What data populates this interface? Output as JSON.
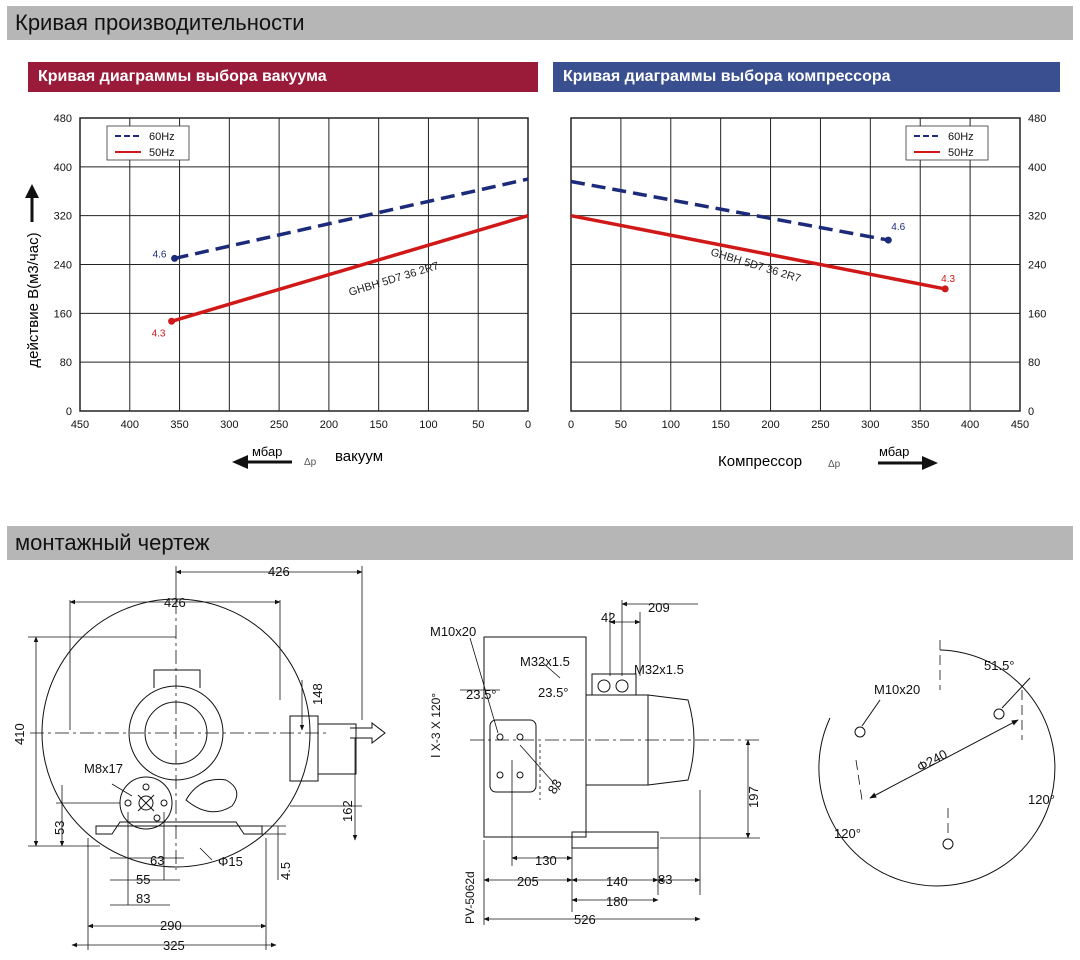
{
  "sections": {
    "performance_title": "Кривая производительности",
    "mounting_title": "монтажный чертеж"
  },
  "colors": {
    "section_bar": "#b6b6b6",
    "vacuum_header": "#9a1a3a",
    "compressor_header": "#3a4f90",
    "series_60hz": "#1c2a7a",
    "series_50hz": "#d01818"
  },
  "chart_data": [
    {
      "type": "line",
      "title": "Кривая диаграммы выбора вакуума",
      "xlabel": "вакуум",
      "x_unit": "мбар",
      "x_symbol": "Δp",
      "ylabel": "действие B(м3/час)",
      "xlim": [
        450,
        0
      ],
      "ylim": [
        0,
        480
      ],
      "x_ticks": [
        450,
        400,
        350,
        300,
        250,
        200,
        150,
        100,
        50,
        0
      ],
      "y_ticks": [
        0,
        80,
        160,
        240,
        320,
        400,
        480
      ],
      "grid": true,
      "legend_position": "top-left",
      "model_label": "GHBH 5D7 36 2R7",
      "series": [
        {
          "name": "60Hz",
          "style": "dashed",
          "color": "#1c2a7a",
          "x": [
            355,
            0
          ],
          "y": [
            250,
            380
          ],
          "end_label": "4.6"
        },
        {
          "name": "50Hz",
          "style": "solid",
          "color": "#d01818",
          "x": [
            358,
            0
          ],
          "y": [
            147,
            320
          ],
          "end_label": "4.3"
        }
      ]
    },
    {
      "type": "line",
      "title": "Кривая диаграммы выбора компрессора",
      "xlabel": "Компрессор",
      "x_unit": "мбар",
      "x_symbol": "Δp",
      "ylabel": "",
      "xlim": [
        0,
        450
      ],
      "ylim": [
        0,
        480
      ],
      "x_ticks": [
        0,
        50,
        100,
        150,
        200,
        250,
        300,
        350,
        400,
        450
      ],
      "y_ticks": [
        0,
        80,
        160,
        240,
        320,
        400,
        480
      ],
      "grid": true,
      "legend_position": "top-right",
      "model_label": "GHBH 5D7 36 2R7",
      "series": [
        {
          "name": "60Hz",
          "style": "dashed",
          "color": "#1c2a7a",
          "x": [
            0,
            318
          ],
          "y": [
            376,
            280
          ],
          "end_label": "4.6"
        },
        {
          "name": "50Hz",
          "style": "solid",
          "color": "#d01818",
          "x": [
            0,
            375
          ],
          "y": [
            320,
            200
          ],
          "end_label": "4.3"
        }
      ]
    }
  ],
  "drawing": {
    "front_view": {
      "dims": [
        "426",
        "426",
        "410",
        "148",
        "162",
        "53",
        "63",
        "55",
        "83",
        "290",
        "325",
        "4.5"
      ],
      "labels": {
        "bolt": "M8x17",
        "hole": "Φ15"
      }
    },
    "side_view": {
      "dims": [
        "209",
        "42",
        "197",
        "130",
        "205",
        "140",
        "83",
        "180",
        "526",
        "83"
      ],
      "labels": {
        "m10": "M10x20",
        "m32_a": "M32x1.5",
        "m32_b": "M32x1.5",
        "angle_a": "23.5°",
        "angle_b": "23.5°",
        "rot": "Ⅰ X-3 X 120°",
        "model": "PV-5062d"
      }
    },
    "flange_view": {
      "labels": {
        "m10": "M10x20",
        "angle": "51.5°",
        "diameter": "Φ240",
        "ang_right": "120°",
        "ang_left": "120°"
      }
    }
  }
}
